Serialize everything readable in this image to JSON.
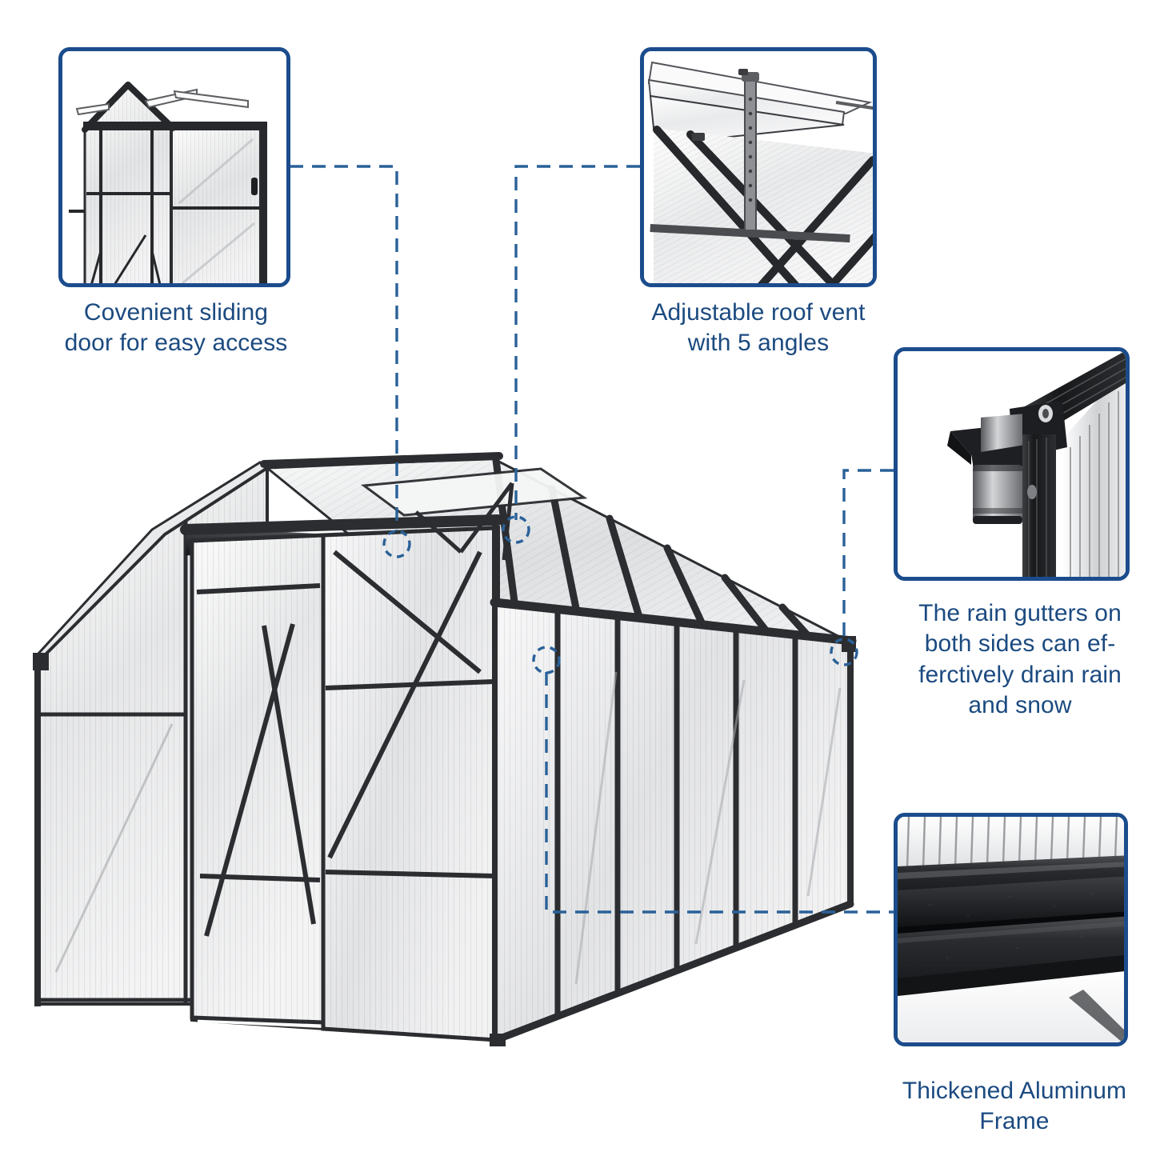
{
  "colors": {
    "accent": "#1b4c8c",
    "text": "#1b4a80",
    "leader": "#2a6198",
    "frame_dark": "#2b2d30",
    "panel_glass": "#eceded",
    "background": "#ffffff"
  },
  "product": {
    "name": "walk-in polycarbonate greenhouse",
    "alt": "Aluminum frame hobby greenhouse with sliding door and roof vent"
  },
  "callouts": [
    {
      "id": "sliding-door",
      "caption_lines": [
        "Covenient sliding",
        "door for easy access"
      ],
      "caption_text": "Covenient sliding door for easy access",
      "inset_subject": "sliding-door-closeup"
    },
    {
      "id": "roof-vent",
      "caption_lines": [
        "Adjustable roof vent",
        "with 5 angles"
      ],
      "caption_text": "Adjustable roof vent with 5 angles",
      "inset_subject": "roof-vent-closeup"
    },
    {
      "id": "rain-gutter",
      "caption_lines": [
        "The rain gutters on",
        "both sides can ef-",
        "ferctively drain rain",
        "and snow"
      ],
      "caption_text": "The rain gutters on both sides can efferctively drain rain and snow",
      "inset_subject": "rain-gutter-downspout-closeup"
    },
    {
      "id": "aluminum-frame",
      "caption_lines": [
        "Thickened Aluminum",
        "Frame"
      ],
      "caption_text": "Thickened Aluminum Frame",
      "inset_subject": "aluminum-frame-closeup"
    }
  ]
}
